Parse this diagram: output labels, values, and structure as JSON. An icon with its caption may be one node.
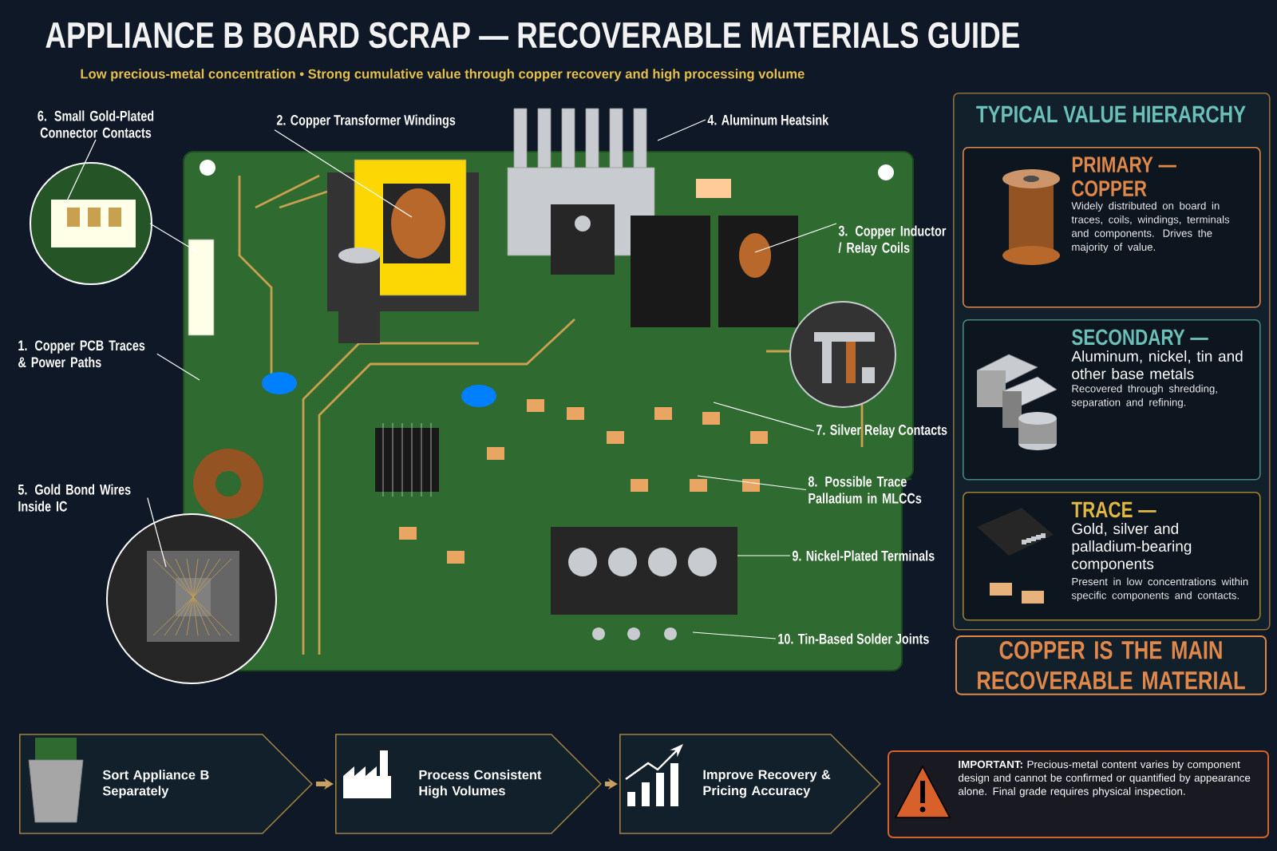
{
  "diagram": {
    "title": "APPLIANCE B BOARD SCRAP — RECOVERABLE MATERIALS GUIDE",
    "nodes": [
      {
        "text": [
          "6. Small Gold-Plated Connector Contacts"
        ]
      },
      {
        "text": [
          "2. Copper Transformer Windings"
        ]
      },
      {
        "text": [
          "4. Aluminum Heatsink"
        ]
      },
      {
        "text": [
          "TYPICAL VALUE HIERARCHY"
        ]
      },
      {
        "text": [
          "PRIMARY — COPPER",
          "Widely distributed on board in traces, coils, windings, terminals and components. Drives the majority of value."
        ],
        "in": 3
      },
      {
        "text": [
          "SECONDARY —",
          "Aluminum, nickel, tin and other base metals",
          "Recovered through shredding, separation and refining."
        ],
        "in": 3
      },
      {
        "text": [
          "TRACE —",
          "Gold, silver and palladium-bearing components",
          "Present in low concentrations within specific components and contacts."
        ],
        "in": 3
      },
      {
        "text": [
          "3. Copper Inductor / Relay Coils"
        ]
      },
      {
        "text": [
          "1. Copper PCB Traces & Power Paths"
        ]
      },
      {
        "text": [
          "7. Silver Relay Contacts"
        ]
      },
      {
        "text": [
          "8. Possible Trace Palladium in MLCCs"
        ]
      },
      {
        "text": [
          "5. Gold Bond Wires Inside IC"
        ]
      },
      {
        "text": [
          "9. Nickel-Plated Terminals"
        ]
      },
      {
        "text": [
          "10. Tin-Based Solder Joints"
        ]
      },
      {
        "text": [
          "COPPER IS THE MAIN RECOVERABLE MATERIAL"
        ]
      },
      {
        "text": [
          "Sort Appliance B Separately"
        ]
      },
      {
        "text": [
          "Process Consistent High Volumes"
        ]
      },
      {
        "text": [
          "Improve Recovery & Pricing Accuracy"
        ]
      },
      {
        "text": [
          "**IMPORTANT:** Precious-metal content varies by component design and cannot be confirmed or quantified by appearance alone. Final grade requires physical inspection."
        ]
      }
    ],
    "edges": [
      {
        "from": 0,
        "to": null,
        "arrow": "none"
      },
      {
        "from": 1,
        "to": null,
        "arrow": "none"
      },
      {
        "from": 2,
        "to": null,
        "arrow": "none"
      },
      {
        "from": 7,
        "to": null,
        "arrow": "none"
      },
      {
        "from": 8,
        "to": null,
        "arrow": "none"
      },
      {
        "from": 9,
        "to": null,
        "arrow": "none"
      },
      {
        "from": 10,
        "to": null,
        "arrow": "none"
      },
      {
        "from": 11,
        "to": null,
        "arrow": "none"
      },
      {
        "from": 12,
        "to": null,
        "arrow": "none"
      },
      {
        "from": 13,
        "to": null,
        "arrow": "none"
      },
      {
        "from": 15,
        "to": 16,
        "arrow": "to",
        "style": "thick",
        "color": "#c8a060"
      },
      {
        "from": 16,
        "to": 17,
        "arrow": "to",
        "style": "thick",
        "color": "#c8a060"
      }
    ],
    "labels": [
      "Low precious-metal concentration • Strong cumulative value through copper recovery and high processing volume"
    ]
  }
}
